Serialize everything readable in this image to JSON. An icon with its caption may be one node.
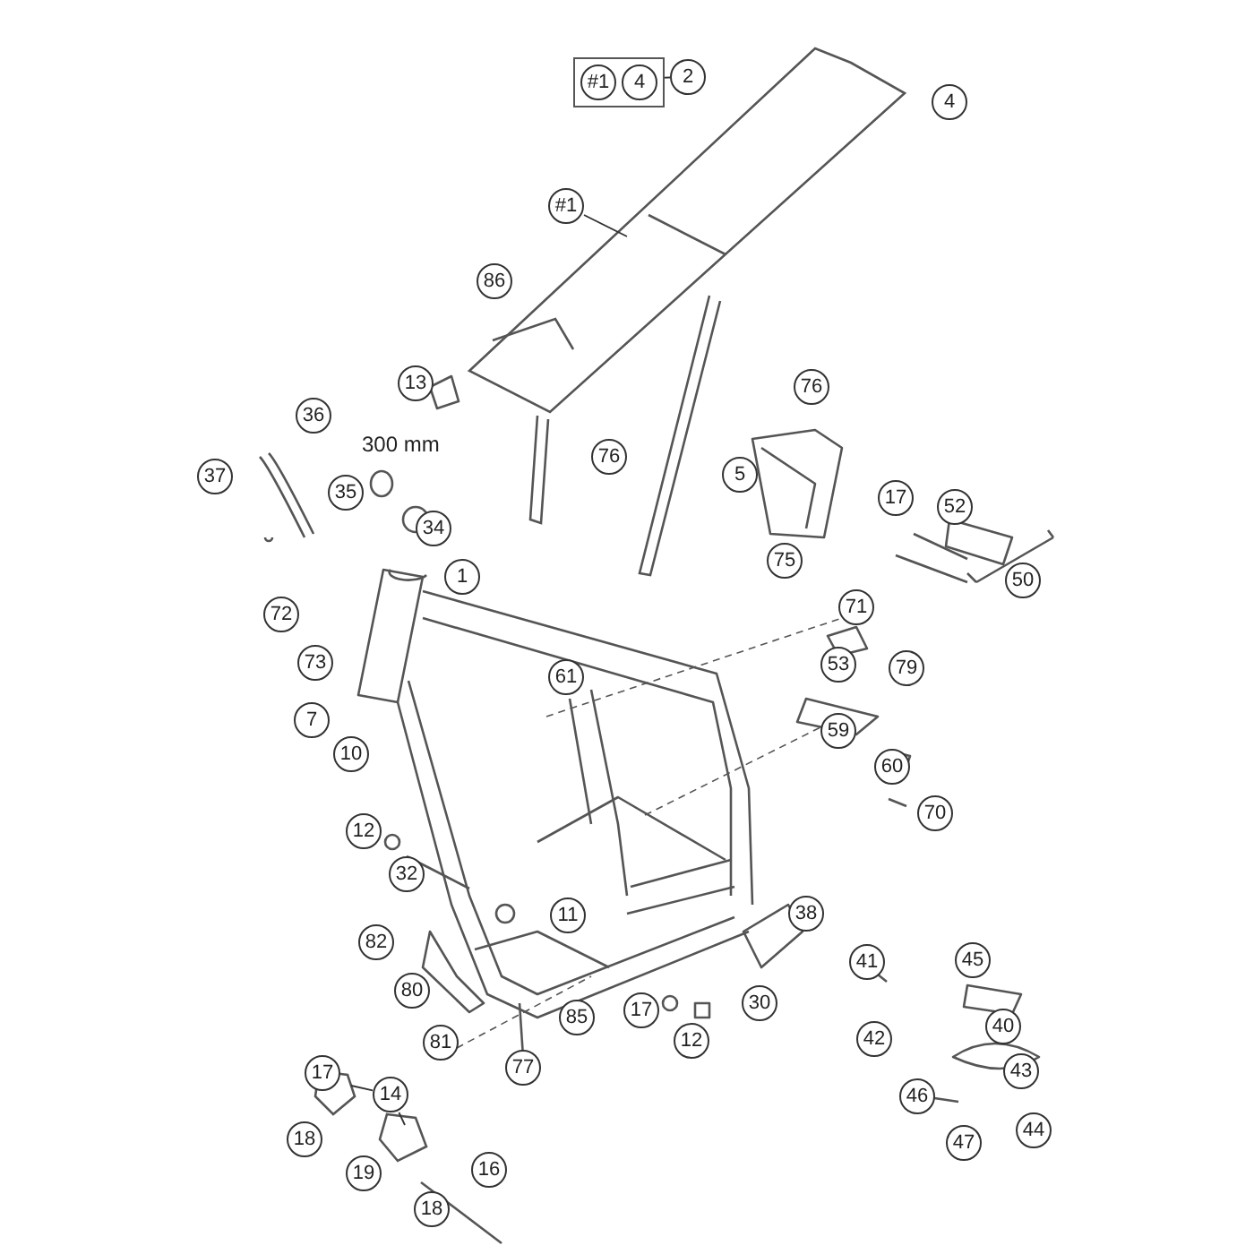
{
  "diagram": {
    "nodes": [
      {
        "text": [
          "#1",
          "4"
        ]
      },
      {
        "text": [
          "2"
        ]
      },
      {
        "text": [
          "4"
        ]
      },
      {
        "text": [
          "#1"
        ]
      },
      {
        "text": [],
        "shape": "picture"
      },
      {
        "text": [
          "86"
        ]
      },
      {
        "text": [
          "13"
        ]
      },
      {
        "text": [
          "76"
        ]
      },
      {
        "text": [
          "36"
        ]
      },
      {
        "text": [
          "37"
        ]
      },
      {
        "text": [
          "35"
        ]
      },
      {
        "text": [
          "76"
        ]
      },
      {
        "text": [
          "5"
        ]
      },
      {
        "text": [
          "17"
        ]
      },
      {
        "text": [
          "52"
        ]
      },
      {
        "text": [
          "34"
        ]
      },
      {
        "text": [
          "1"
        ]
      },
      {
        "text": [
          "75"
        ]
      },
      {
        "text": [
          "50"
        ]
      },
      {
        "text": [
          "72"
        ]
      },
      {
        "text": [
          "71"
        ]
      },
      {
        "text": [
          "73"
        ]
      },
      {
        "text": [
          "61"
        ]
      },
      {
        "text": [
          "53"
        ]
      },
      {
        "text": [
          "79"
        ]
      },
      {
        "text": [
          "7"
        ]
      },
      {
        "text": [
          "59"
        ]
      },
      {
        "text": [
          "10"
        ]
      },
      {
        "text": [
          "60"
        ]
      },
      {
        "text": [
          "70"
        ]
      },
      {
        "text": [
          "12"
        ]
      },
      {
        "text": [
          "32"
        ]
      },
      {
        "text": [
          "11"
        ]
      },
      {
        "text": [
          "38"
        ]
      },
      {
        "text": [
          "82"
        ]
      },
      {
        "text": [
          "41"
        ]
      },
      {
        "text": [
          "45"
        ]
      },
      {
        "text": [
          "80"
        ]
      },
      {
        "text": [
          "85"
        ]
      },
      {
        "text": [
          "17"
        ]
      },
      {
        "text": [
          "30"
        ]
      },
      {
        "text": [
          "40"
        ]
      },
      {
        "text": [
          "81"
        ]
      },
      {
        "text": [
          "12"
        ]
      },
      {
        "text": [
          "42"
        ]
      },
      {
        "text": [
          "17"
        ]
      },
      {
        "text": [
          "77"
        ]
      },
      {
        "text": [
          "43"
        ]
      },
      {
        "text": [
          "14"
        ]
      },
      {
        "text": [],
        "shape": "picture"
      },
      {
        "text": [],
        "shape": "picture"
      },
      {
        "text": [
          "46"
        ]
      },
      {
        "text": [
          "18"
        ]
      },
      {
        "text": [
          "47"
        ]
      },
      {
        "text": [
          "44"
        ]
      },
      {
        "text": [
          "19"
        ]
      },
      {
        "text": [
          "16"
        ]
      },
      {
        "text": [
          "18"
        ]
      }
    ],
    "edges": [
      {
        "from": 0,
        "to": 1,
        "arrow": "none"
      },
      {
        "from": 3,
        "to": 4,
        "arrow": "none"
      },
      {
        "from": 48,
        "to": 49,
        "arrow": "none"
      },
      {
        "from": 48,
        "to": 50,
        "arrow": "none"
      }
    ],
    "labels": [
      "300 mm"
    ]
  }
}
